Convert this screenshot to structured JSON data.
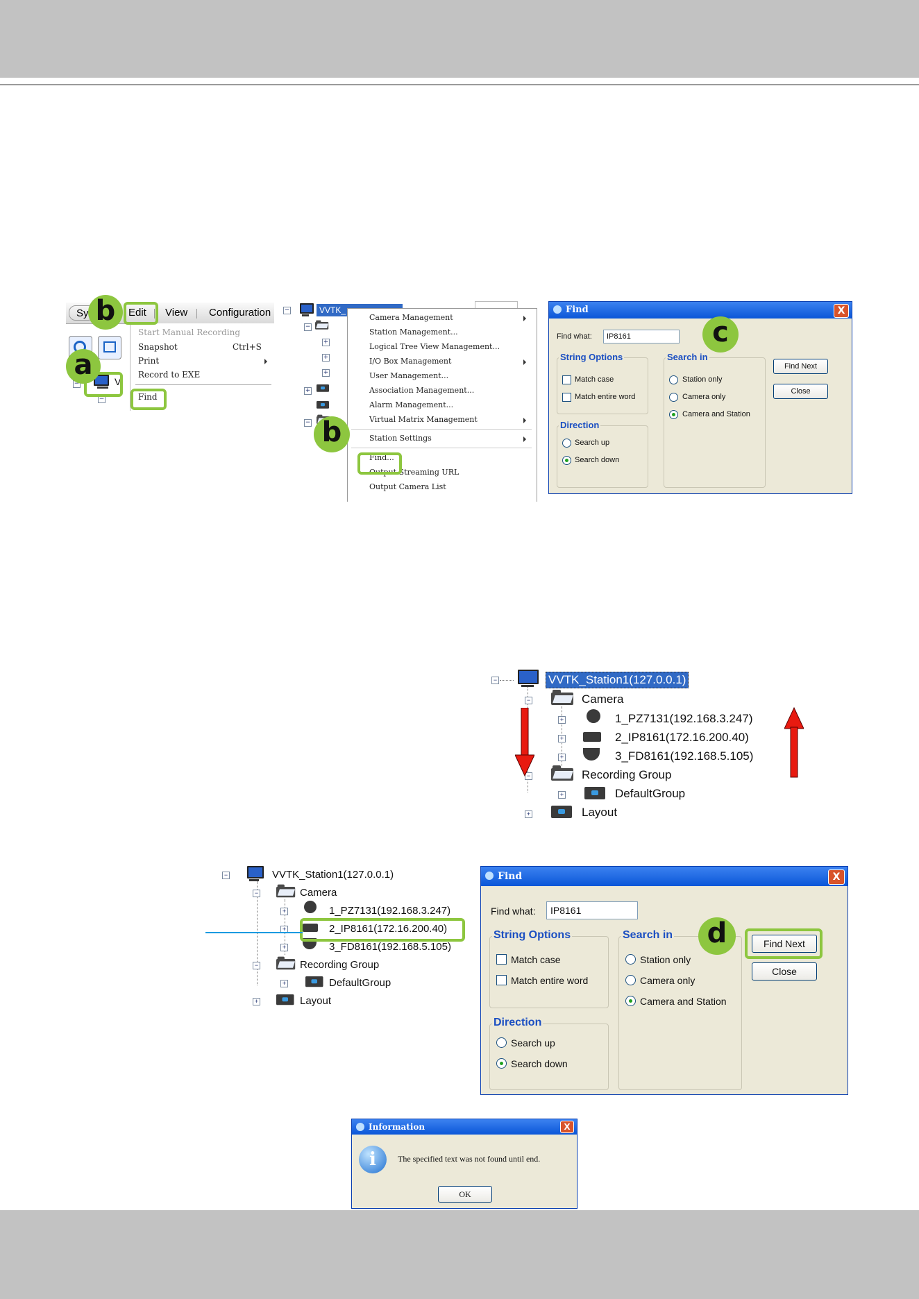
{
  "markers": {
    "a": "a",
    "b": "b",
    "c": "c",
    "d": "d"
  },
  "edit_menu": {
    "menubar": {
      "sys": "Sy",
      "edit": "Edit",
      "view": "View",
      "config": "Configuration"
    },
    "tree_frag": "V",
    "items": [
      {
        "label": "Start Manual Recording",
        "shortcut": "",
        "disabled": true,
        "submenu": false
      },
      {
        "label": "Snapshot",
        "shortcut": "Ctrl+S",
        "disabled": false,
        "submenu": false
      },
      {
        "label": "Print",
        "shortcut": "",
        "disabled": false,
        "submenu": true
      },
      {
        "label": "Record to EXE",
        "shortcut": "",
        "disabled": false,
        "submenu": false
      },
      {
        "label": "Find",
        "shortcut": "",
        "disabled": false,
        "submenu": false
      }
    ]
  },
  "context_menu": {
    "station_label": "VVTK_",
    "items": [
      {
        "label": "Camera Management",
        "submenu": true
      },
      {
        "label": "Station Management...",
        "submenu": false
      },
      {
        "label": "Logical Tree View Management...",
        "submenu": false
      },
      {
        "label": "I/O Box Management",
        "submenu": true
      },
      {
        "label": "User Management...",
        "submenu": false
      },
      {
        "label": "Association Management...",
        "submenu": false
      },
      {
        "label": "Alarm Management...",
        "submenu": false
      },
      {
        "label": "Virtual Matrix Management",
        "submenu": true
      },
      {
        "label": "Station Settings",
        "submenu": true
      },
      {
        "label": "Find...",
        "submenu": false
      },
      {
        "label": "Output Streaming URL",
        "submenu": false
      },
      {
        "label": "Output Camera List",
        "submenu": false
      }
    ]
  },
  "find_dialog": {
    "title": "Find",
    "find_what_label": "Find what:",
    "find_what_value": "IP8161",
    "string_options_title": "String Options",
    "match_case": "Match case",
    "match_entire_word": "Match entire word",
    "direction_title": "Direction",
    "search_up": "Search up",
    "search_down": "Search down",
    "search_in_title": "Search in",
    "station_only": "Station only",
    "camera_only": "Camera only",
    "camera_and_station": "Camera and Station",
    "find_next": "Find Next",
    "close": "Close",
    "close_x": "X"
  },
  "tree": {
    "station": "VVTK_Station1(127.0.0.1)",
    "camera_folder": "Camera",
    "cameras": [
      "1_PZ7131(192.168.3.247)",
      "2_IP8161(172.16.200.40)",
      "3_FD8161(192.168.5.105)"
    ],
    "recording_group": "Recording Group",
    "default_group": "DefaultGroup",
    "layout": "Layout"
  },
  "info_dialog": {
    "title": "Information",
    "message": "The specified text was not found until end.",
    "ok": "OK"
  },
  "colors": {
    "highlight": "#8dc63f",
    "arrow": "#e81a10",
    "connector": "#1a9ae0",
    "band": "#c2c2c2"
  }
}
